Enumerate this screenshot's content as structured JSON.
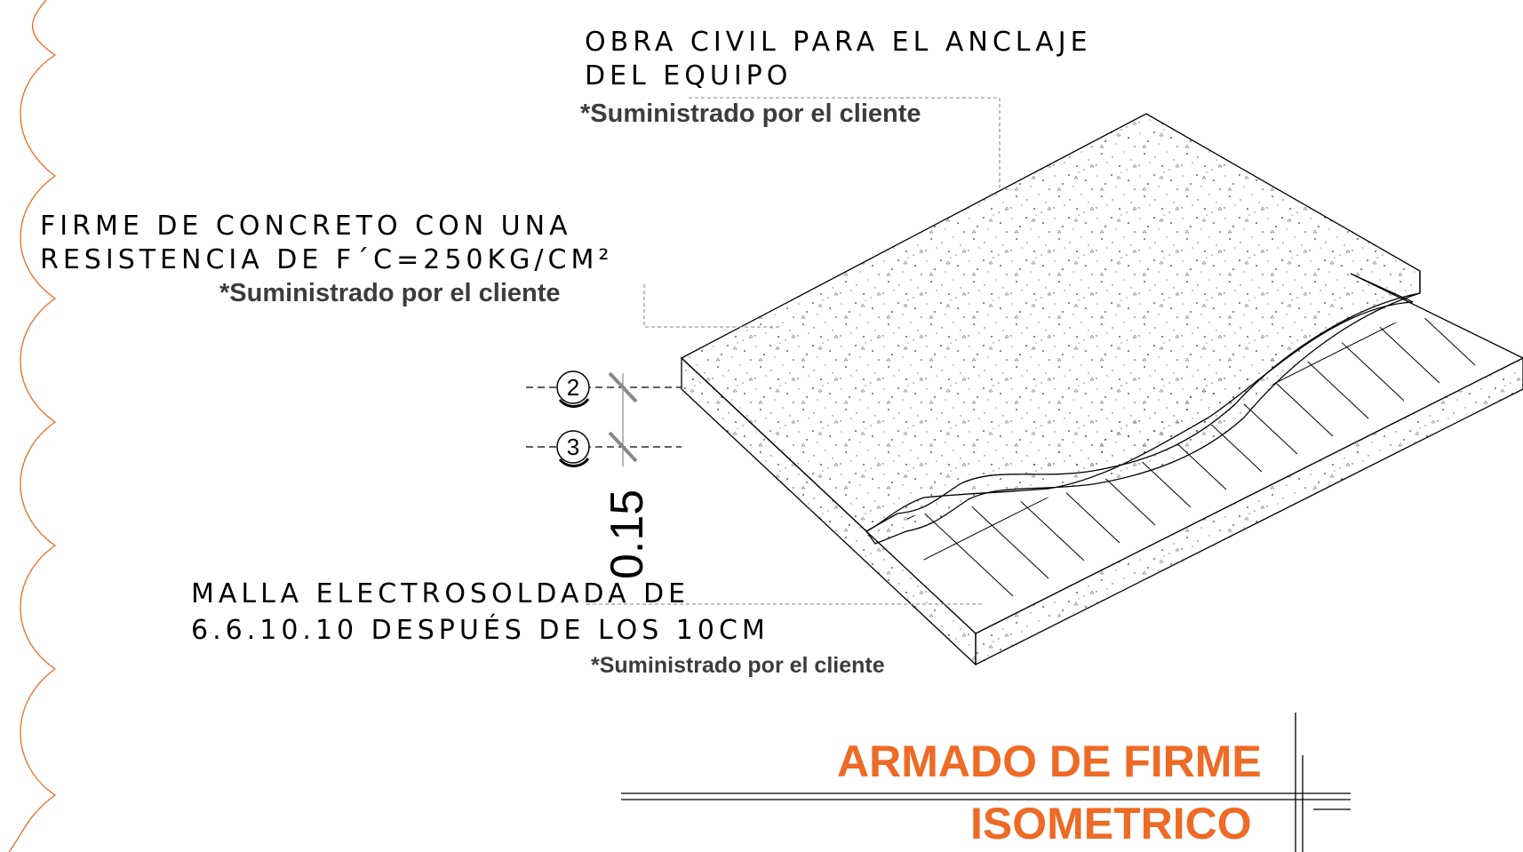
{
  "labels": {
    "obra_line1": "OBRA CIVIL PARA EL ANCLAJE",
    "obra_line2": "DEL EQUIPO",
    "obra_note": "*Suministrado por el cliente",
    "firme_line1": "FIRME DE CONCRETO CON UNA",
    "firme_line2": "RESISTENCIA DE F´C=250KG/CM²",
    "firme_note": "*Suministrado por el cliente",
    "malla_line1": "MALLA ELECTROSOLDADA DE",
    "malla_line2": "6.6.10.10 DESPUÉS DE LOS 10CM",
    "malla_note": "*Suministrado por el cliente"
  },
  "levels": [
    {
      "number": "2"
    },
    {
      "number": "3"
    }
  ],
  "dimension": "0.15",
  "title": {
    "main": "ARMADO DE FIRME",
    "sub": "ISOMETRICO"
  },
  "colors": {
    "accent": "#ee6a25",
    "note_text": "#3c3c3c",
    "line": "#000000",
    "leader": "#9a9a9a"
  }
}
